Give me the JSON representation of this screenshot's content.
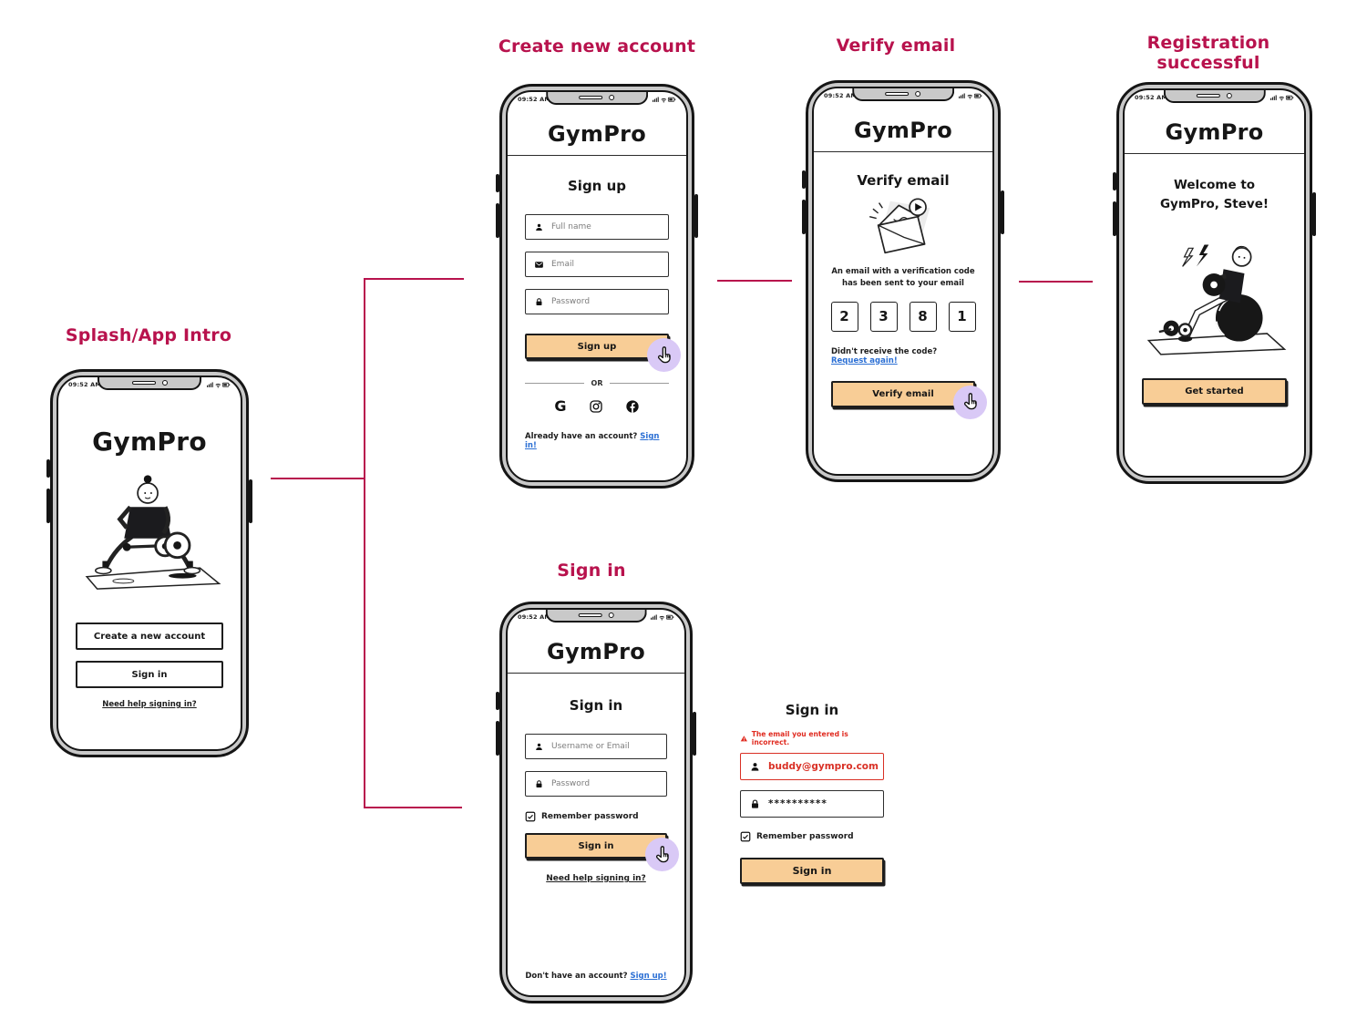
{
  "app": {
    "name": "GymPro",
    "time": "09:52 AM"
  },
  "flow_labels": {
    "splash": "Splash/App Intro",
    "signup": "Create new account",
    "verify": "Verify email",
    "registration": "Registration successful",
    "signin": "Sign in",
    "signin_error": "Sign in"
  },
  "colors": {
    "accent_crimson": "#b8124d",
    "button_orange": "#f8cd96",
    "cursor_purple": "#d9c9f6",
    "link_blue": "#2b6fd4",
    "error_red": "#e02b20"
  },
  "icons": {
    "person": "person-silhouette",
    "email": "envelope",
    "lock": "padlock",
    "checkbox_checked": "checked-square",
    "warning": "red-warning-triangle",
    "cursor_hand": "click-hand-pointer",
    "google_letter": "G",
    "instagram": "camera-rounded-square",
    "facebook": "f-circle",
    "status_right": "signal-wifi-battery"
  },
  "screens": {
    "splash": {
      "create_button": "Create a new account",
      "signin_button": "Sign in",
      "help_link": "Need help signing in?"
    },
    "signup": {
      "heading": "Sign up",
      "fields": [
        {
          "placeholder": "Full name"
        },
        {
          "placeholder": "Email"
        },
        {
          "placeholder": "Password"
        }
      ],
      "submit": "Sign up",
      "divider": "OR",
      "footer_text": "Already have an account?",
      "footer_link": "Sign in!"
    },
    "verify": {
      "heading": "Verify email",
      "message_line1": "An email with a verification code",
      "message_line2": "has been sent to your email",
      "code": [
        "2",
        "3",
        "8",
        "1"
      ],
      "resend_text": "Didn't receive the code?",
      "resend_link": "Request again!",
      "submit": "Verify email"
    },
    "registration": {
      "welcome_line1": "Welcome to",
      "welcome_line2": "GymPro, Steve!",
      "submit": "Get started"
    },
    "signin": {
      "heading": "Sign in",
      "fields": [
        {
          "placeholder": "Username or Email"
        },
        {
          "placeholder": "Password"
        }
      ],
      "remember": "Remember password",
      "submit": "Sign in",
      "help_link": "Need help signing in?",
      "footer_text": "Don't have an account?",
      "footer_link": "Sign up!"
    },
    "signin_error": {
      "heading": "Sign in",
      "error": "The email you entered is incorrect.",
      "email_value": "buddy@gympro.com",
      "password_value": "**********",
      "remember": "Remember password",
      "submit": "Sign in"
    }
  }
}
